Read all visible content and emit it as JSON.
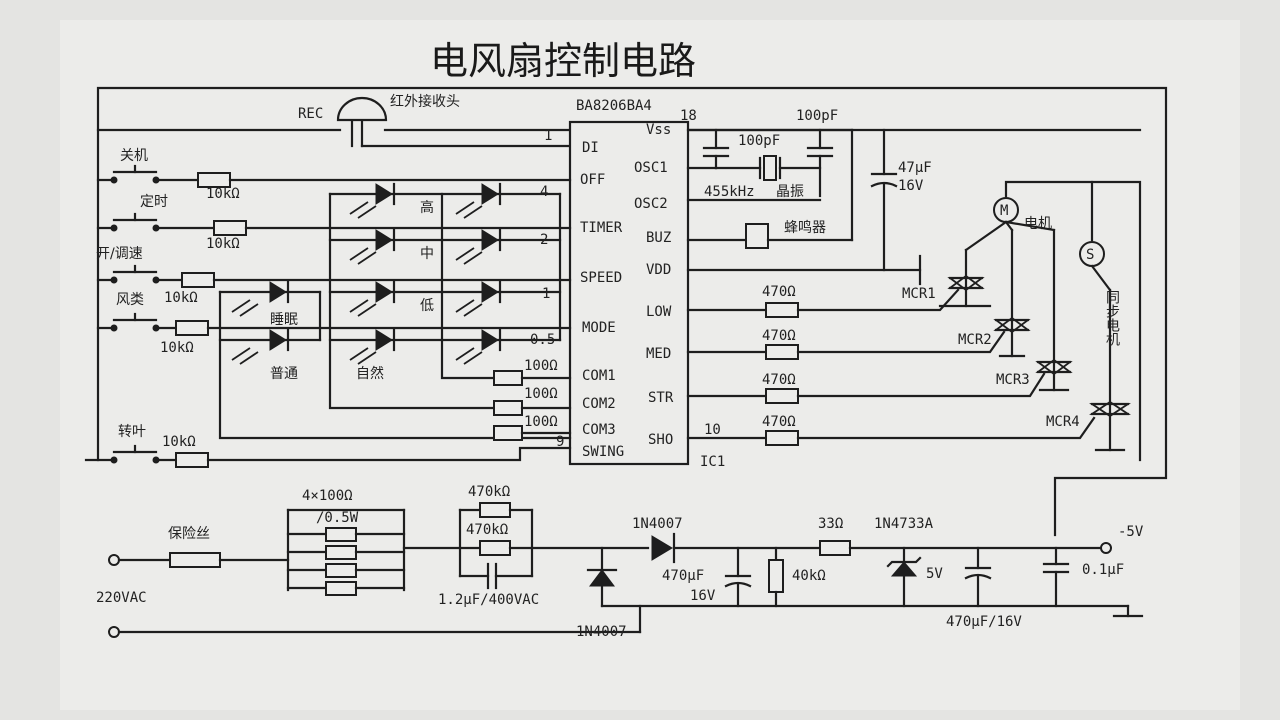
{
  "title": "电风扇控制电路",
  "ic": {
    "name": "BA8206BA4",
    "ref": "IC1",
    "left_pins": [
      "DI",
      "OFF",
      "TIMER",
      "SPEED",
      "MODE",
      "COM1",
      "COM2",
      "COM3",
      "SWING"
    ],
    "right_pins": [
      "Vss",
      "OSC1",
      "OSC2",
      "BUZ",
      "VDD",
      "LOW",
      "MED",
      "STR",
      "SHO"
    ],
    "pin_numbers": {
      "di": "1",
      "vss": "18",
      "swing": "9",
      "sho": "10"
    }
  },
  "receiver": {
    "ref": "REC",
    "label": "红外接收头"
  },
  "buttons": [
    {
      "label": "关机",
      "resistor": "10kΩ"
    },
    {
      "label": "定时",
      "resistor": "10kΩ"
    },
    {
      "label": "开/调速",
      "resistor": "10kΩ"
    },
    {
      "label": "风类",
      "resistor": "10kΩ"
    },
    {
      "label": "转叶",
      "resistor": "10kΩ"
    }
  ],
  "led_labels": {
    "timer_values": [
      "4",
      "2",
      "1",
      "0.5"
    ],
    "speeds": [
      "高",
      "中",
      "低"
    ],
    "modes": [
      "睡眠",
      "普通",
      "自然"
    ]
  },
  "com_resistors": [
    "100Ω",
    "100Ω",
    "100Ω"
  ],
  "oscillator": {
    "cap1": "100pF",
    "cap2": "100pF",
    "crystal_freq": "455kHz",
    "crystal_label": "晶振"
  },
  "buzzer": "蜂鸣器",
  "vdd_cap": {
    "value": "47μF",
    "voltage": "16V"
  },
  "gate_resistors": [
    "470Ω",
    "470Ω",
    "470Ω",
    "470Ω"
  ],
  "thyristors": [
    "MCR1",
    "MCR2",
    "MCR3",
    "MCR4"
  ],
  "motor": {
    "symbol": "M",
    "label": "电机"
  },
  "sync_motor": {
    "symbol": "S",
    "label": "同步电机"
  },
  "power": {
    "input": "220VAC",
    "fuse": "保险丝",
    "res_bank": "4×100Ω",
    "res_bank_power": "/0.5W",
    "r470k_1": "470kΩ",
    "r470k_2": "470kΩ",
    "cap_x": "1.2μF/400VAC",
    "diode1": "1N4007",
    "diode2": "1N4007",
    "cap_470": "470μF",
    "cap_470_v": "16V",
    "r40k": "40kΩ",
    "r33": "33Ω",
    "zener": "1N4733A",
    "zener_v": "5V",
    "cap_470b": "470μF/16V",
    "cap_01": "0.1μF",
    "out": "-5V"
  }
}
